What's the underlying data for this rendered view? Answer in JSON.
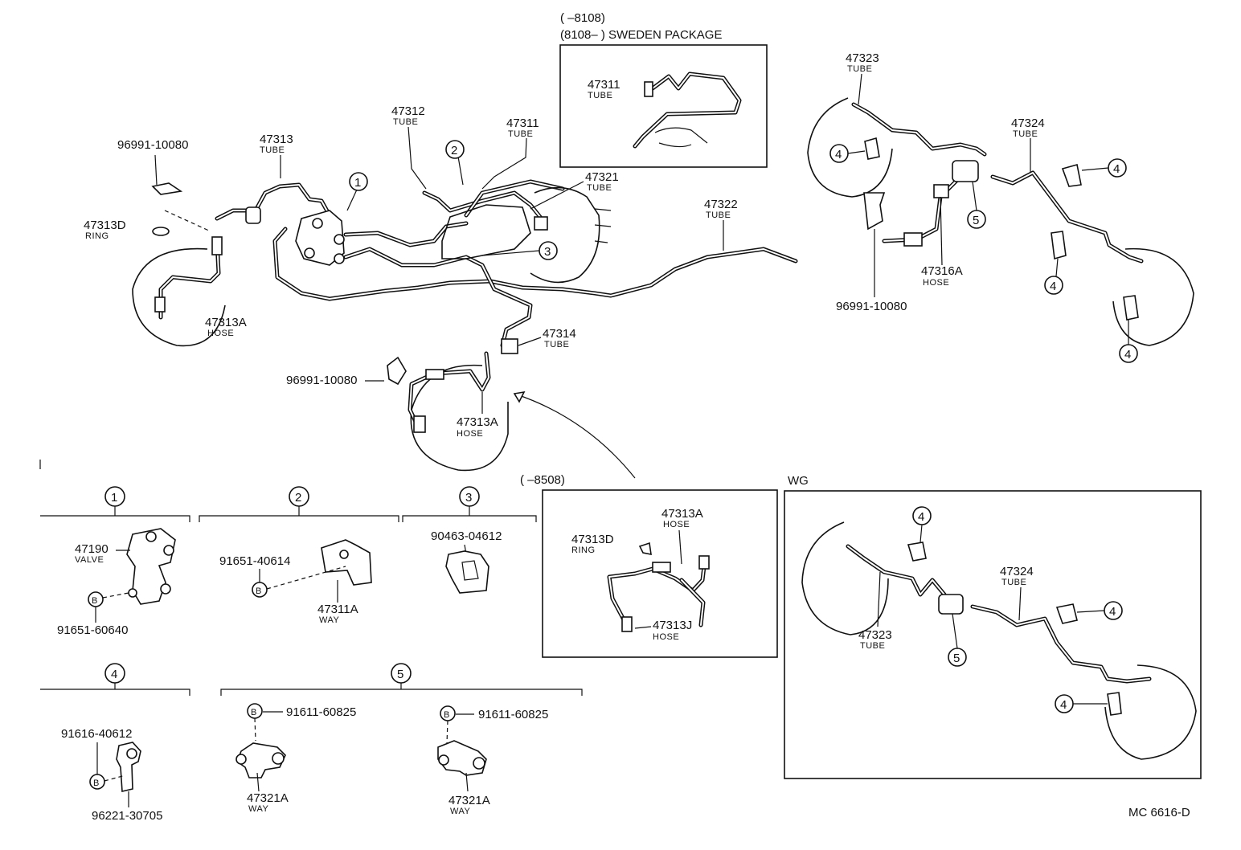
{
  "labels": {
    "sweden_line1": "(       –8108)",
    "sweden_line2": "(8108–        ) SWEDEN PACKAGE",
    "inset_8508": "(       –8508)",
    "wg": "WG",
    "code": "MC 6616-D",
    "p47311_box": "47311",
    "p47311_box_sub": "TUBE",
    "p96991_a": "96991-10080",
    "p47313": "47313",
    "p47313_sub": "TUBE",
    "p47313D": "47313D",
    "p47313D_sub": "RING",
    "p47313A_l": "47313A",
    "p47313A_l_sub": "HOSE",
    "p47312": "47312",
    "p47312_sub": "TUBE",
    "p47311": "47311",
    "p47311_sub": "TUBE",
    "p47321": "47321",
    "p47321_sub": "TUBE",
    "p47322": "47322",
    "p47322_sub": "TUBE",
    "p47314": "47314",
    "p47314_sub": "TUBE",
    "p96991_b": "96991-10080",
    "p47313A_c": "47313A",
    "p47313A_c_sub": "HOSE",
    "p47323": "47323",
    "p47323_sub": "TUBE",
    "p47324": "47324",
    "p47324_sub": "TUBE",
    "p47316A": "47316A",
    "p47316A_sub": "HOSE",
    "p96991_c": "96991-10080",
    "i_47313A": "47313A",
    "i_47313A_sub": "HOSE",
    "i_47313D": "47313D",
    "i_47313D_sub": "RING",
    "i_47313J": "47313J",
    "i_47313J_sub": "HOSE",
    "wg_47324": "47324",
    "wg_47324_sub": "TUBE",
    "wg_47323": "47323",
    "wg_47323_sub": "TUBE",
    "s1_47190": "47190",
    "s1_47190_sub": "VALVE",
    "s1_91651": "91651-60640",
    "s2_91651": "91651-40614",
    "s2_47311A": "47311A",
    "s2_47311A_sub": "WAY",
    "s3_90463": "90463-04612",
    "s4_91616": "91616-40612",
    "s4_96221": "96221-30705",
    "s5_91611_a": "91611-60825",
    "s5_91611_b": "91611-60825",
    "s5_47321A_a": "47321A",
    "s5_47321A_a_sub": "WAY",
    "s5_47321A_b": "47321A",
    "s5_47321A_b_sub": "WAY",
    "b": "B"
  },
  "callouts": {
    "c1": "1",
    "c2": "2",
    "c3": "3",
    "c4": "4",
    "c5": "5"
  }
}
